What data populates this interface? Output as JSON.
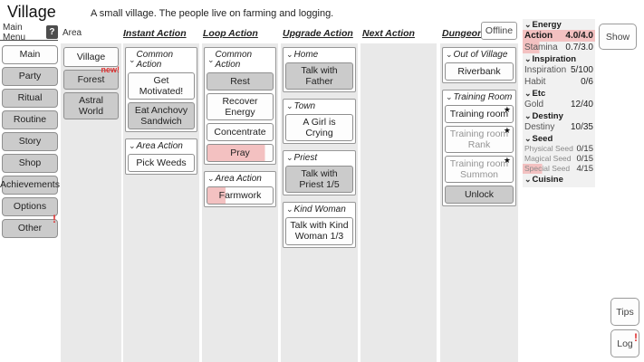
{
  "header": {
    "title": "Village",
    "description": "A small village. The people live on farming and logging.",
    "show_button": "Show"
  },
  "icons": {
    "chevron": "⌄",
    "star": "★"
  },
  "colors": {
    "progress_pink": "#f3c1c1",
    "alert_red": "#e03030",
    "button_gray": "#cbcbcb",
    "column_bg": "#e9e9e9"
  },
  "sidebar": {
    "header": "Main Menu",
    "help_button": "?",
    "items": [
      {
        "label": "Main",
        "selected": true
      },
      {
        "label": "Party"
      },
      {
        "label": "Ritual"
      },
      {
        "label": "Routine"
      },
      {
        "label": "Story"
      },
      {
        "label": "Shop"
      },
      {
        "label": "Achievements"
      },
      {
        "label": "Options"
      },
      {
        "label": "Other",
        "badge": "!"
      }
    ]
  },
  "area": {
    "header": "Area",
    "items": [
      {
        "label": "Village",
        "selected": true
      },
      {
        "label": "Forest",
        "badge": "new!"
      },
      {
        "label": "Astral World"
      }
    ]
  },
  "instant_action": {
    "header": "Instant Action",
    "groups": [
      {
        "title": "Common Action",
        "buttons": [
          {
            "label": "Get Motivated!"
          },
          {
            "label": "Eat Anchovy Sandwich",
            "active": true
          }
        ]
      },
      {
        "title": "Area Action",
        "buttons": [
          {
            "label": "Pick Weeds"
          }
        ]
      }
    ]
  },
  "loop_action": {
    "header": "Loop Action",
    "groups": [
      {
        "title": "Common Action",
        "buttons": [
          {
            "label": "Rest",
            "active": true
          },
          {
            "label": "Recover Energy"
          },
          {
            "label": "Concentrate"
          },
          {
            "label": "Pray",
            "progress": 0.88
          }
        ]
      },
      {
        "title": "Area Action",
        "buttons": [
          {
            "label": "Farmwork",
            "progress": 0.28
          }
        ]
      }
    ]
  },
  "upgrade_action": {
    "header": "Upgrade Action",
    "groups": [
      {
        "title": "Home",
        "buttons": [
          {
            "label": "Talk with Father",
            "active": true
          }
        ]
      },
      {
        "title": "Town",
        "buttons": [
          {
            "label": "A Girl is Crying"
          }
        ]
      },
      {
        "title": "Priest",
        "buttons": [
          {
            "label": "Talk with Priest 1/5",
            "active": true
          }
        ]
      },
      {
        "title": "Kind Woman",
        "buttons": [
          {
            "label": "Talk with Kind Woman 1/3"
          }
        ]
      }
    ]
  },
  "next_action": {
    "header": "Next Action"
  },
  "dungeon": {
    "header": "Dungeon",
    "offline_button": "Offline",
    "groups": [
      {
        "title": "Out of Village",
        "buttons": [
          {
            "label": "Riverbank"
          }
        ]
      },
      {
        "title": "Training Room",
        "buttons": [
          {
            "label": "Training room",
            "star": true
          },
          {
            "label": "Training room Rank",
            "star": true,
            "disabled": true
          },
          {
            "label": "Training room Summon",
            "star": true,
            "disabled": true
          },
          {
            "label": "Unlock",
            "active": true
          }
        ]
      }
    ]
  },
  "stats_panel": {
    "groups": [
      {
        "title": "Energy",
        "rows": [
          {
            "label": "Action",
            "value": "4.0/4.0",
            "progress": 1
          },
          {
            "label": "Stamina",
            "value": "0.7/3.0",
            "progress": 0.23
          }
        ]
      },
      {
        "title": "Inspiration",
        "rows": [
          {
            "label": "Inspiration",
            "value": "5/100"
          },
          {
            "label": "Habit",
            "value": "0/6"
          }
        ]
      },
      {
        "title": "Etc",
        "rows": [
          {
            "label": "Gold",
            "value": "12/40"
          }
        ]
      },
      {
        "title": "Destiny",
        "rows": [
          {
            "label": "Destiny",
            "value": "10/35"
          }
        ]
      },
      {
        "title": "Seed",
        "rows": [
          {
            "label": "Physical Seed",
            "value": "0/15",
            "small": true
          },
          {
            "label": "Magical Seed",
            "value": "0/15",
            "small": true
          },
          {
            "label": "Special Seed",
            "value": "4/15",
            "small": true,
            "progress": 0.27
          }
        ]
      },
      {
        "title": "Cuisine",
        "rows": []
      }
    ]
  },
  "footer_buttons": {
    "tips": "Tips",
    "log": "Log",
    "log_badge": "!"
  }
}
